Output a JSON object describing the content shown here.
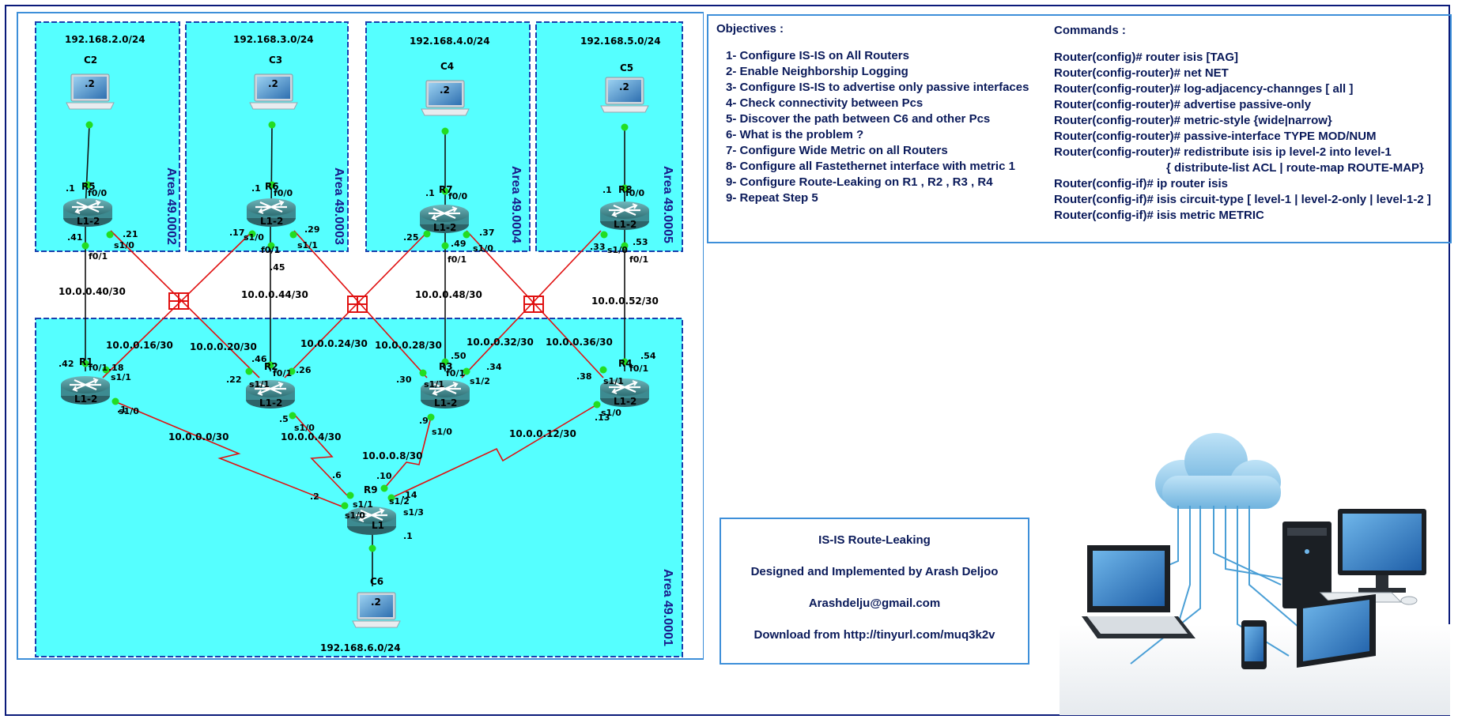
{
  "areas": [
    {
      "id": "a2",
      "label": "Area 49.0002",
      "net": "192.168.2.0/24"
    },
    {
      "id": "a3",
      "label": "Area 49.0003",
      "net": "192.168.3.0/24"
    },
    {
      "id": "a4",
      "label": "Area 49.0004",
      "net": "192.168.4.0/24"
    },
    {
      "id": "a5",
      "label": "Area 49.0005",
      "net": "192.168.5.0/24"
    },
    {
      "id": "a1",
      "label": "Area 49.0001",
      "net": "192.168.6.0/24"
    }
  ],
  "pcs": {
    "C2": "C2",
    "C3": "C3",
    "C4": "C4",
    "C5": "C5",
    "C6": "C6",
    "pc_ip": ".2"
  },
  "routers": {
    "R5": {
      "name": "R5",
      "type": "L1-2"
    },
    "R6": {
      "name": "R6",
      "type": "L1-2"
    },
    "R7": {
      "name": "R7",
      "type": "L1-2"
    },
    "R8": {
      "name": "R8",
      "type": "L1-2"
    },
    "R1": {
      "name": "R1",
      "type": "L1-2"
    },
    "R2": {
      "name": "R2",
      "type": "L1-2"
    },
    "R3": {
      "name": "R3",
      "type": "L1-2"
    },
    "R4": {
      "name": "R4",
      "type": "L1-2"
    },
    "R9": {
      "name": "R9",
      "type": "L1"
    }
  },
  "subnets": {
    "s40": "10.0.0.40/30",
    "s44": "10.0.0.44/30",
    "s48": "10.0.0.48/30",
    "s52": "10.0.0.52/30",
    "s16": "10.0.0.16/30",
    "s20": "10.0.0.20/30",
    "s24": "10.0.0.24/30",
    "s28": "10.0.0.28/30",
    "s32": "10.0.0.32/30",
    "s36": "10.0.0.36/30",
    "s0": "10.0.0.0/30",
    "s4": "10.0.0.4/30",
    "s8": "10.0.0.8/30",
    "s12": "10.0.0.12/30"
  },
  "iface": {
    "r5_f00": "f0/0",
    "r5_1": ".1",
    "r5_f01": "f0/1",
    "r5_41": ".41",
    "r5_s10": "s1/0",
    "r5_21": ".21",
    "r6_f00": "f0/0",
    "r6_1": ".1",
    "r6_f01": "f0/1",
    "r6_45": ".45",
    "r6_s10": "s1/0",
    "r6_17": ".17",
    "r6_s11": "s1/1",
    "r6_29": ".29",
    "r7_f00": "f0/0",
    "r7_1": ".1",
    "r7_f01": "f0/1",
    "r7_49": ".49",
    "r7_s10": "s1/0",
    "r7_25": ".25",
    "r7_37": ".37",
    "r8_f00": "f0/0",
    "r8_1": ".1",
    "r8_f01": "f0/1",
    "r8_53": ".53",
    "r8_s10": "s1/0",
    "r8_33": ".33",
    "r1_42": ".42",
    "r1_f01": "f0/1",
    "r1_18": ".18",
    "r1_s11": "s1/1",
    "r1_s10": "s1/0",
    "r1_1": ".1",
    "r2_46": ".46",
    "r2_22": ".22",
    "r2_s11": "s1/1",
    "r2_f01": "f0/1",
    "r2_26": ".26",
    "r2_5": ".5",
    "r2_s10": "s1/0",
    "r3_30": ".30",
    "r3_50": ".50",
    "r3_s11": "s1/1",
    "r3_f01": "f0/1",
    "r3_34": ".34",
    "r3_s12": "s1/2",
    "r3_9": ".9",
    "r3_s10": "s1/0",
    "r4_38": ".38",
    "r4_54": ".54",
    "r4_s11": "s1/1",
    "r4_f01": "f0/1",
    "r4_13": ".13",
    "r4_s10": "s1/0",
    "r9_2": ".2",
    "r9_6": ".6",
    "r9_10": ".10",
    "r9_14": ".14",
    "r9_s11": "s1/1",
    "r9_s12": "s1/2",
    "r9_s10": "s1/0",
    "r9_s13": "s1/3",
    "r9_1": ".1"
  },
  "objectives": {
    "title": "Objectives :",
    "items": [
      "1- Configure IS-IS on All Routers",
      "2- Enable Neighborship Logging",
      "3- Configure IS-IS to advertise only passive interfaces",
      "4- Check connectivity between Pcs",
      "5- Discover the path between C6 and other Pcs",
      "6- What is the problem ?",
      "7- Configure Wide Metric on all Routers",
      "8- Configure all Fastethernet interface with metric 1",
      "9- Configure Route-Leaking on R1 , R2 , R3 , R4",
      "9- Repeat Step 5"
    ]
  },
  "commands": {
    "title": "Commands :",
    "lines": [
      "Router(config)# router isis [TAG]",
      "Router(config-router)# net NET",
      "Router(config-router)# log-adjacency-channges [ all ]",
      "Router(config-router)# advertise passive-only",
      "Router(config-router)# metric-style {wide|narrow}",
      "Router(config-router)# passive-interface TYPE MOD/NUM",
      "Router(config-router)# redistribute isis ip level-2 into level-1",
      "{ distribute-list ACL | route-map ROUTE-MAP}",
      "Router(config-if)# ip router isis",
      "Router(config-if)# isis circuit-type [ level-1 | level-2-only | level-1-2 ]",
      "Router(config-if)# isis metric METRIC"
    ]
  },
  "info": {
    "title": "IS-IS Route-Leaking",
    "designer": "Designed and Implemented by Arash Deljoo",
    "email": "Arashdelju@gmail.com",
    "download": "Download from http://tinyurl.com/muq3k2v"
  },
  "colors": {
    "area_fill": "#55ffff",
    "area_border": "#1a3fae",
    "serial": "#e01010",
    "eth": "#111111",
    "dot": "#22dd22",
    "router": "#3d8b91"
  }
}
